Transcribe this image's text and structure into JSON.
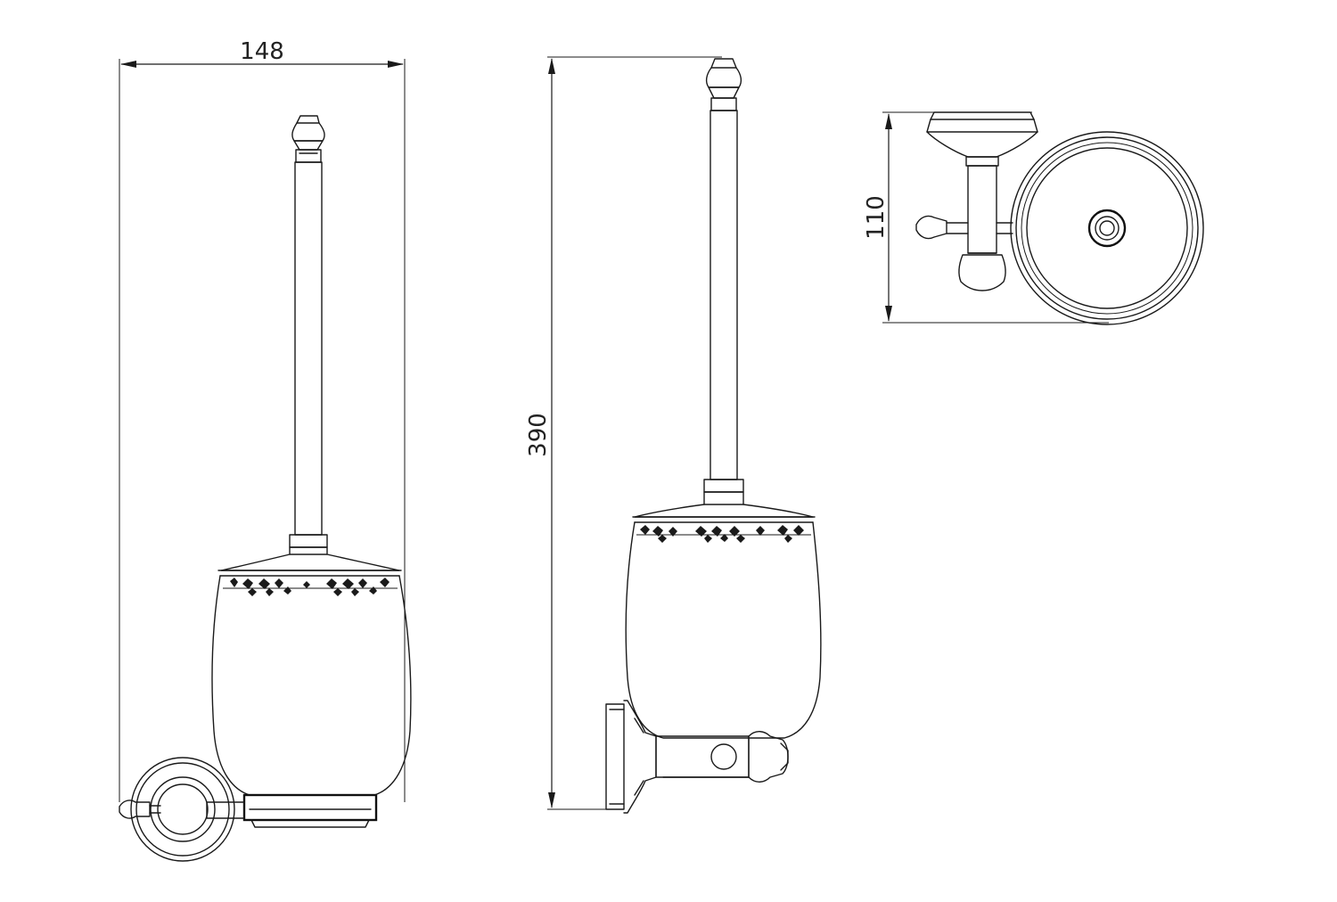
{
  "dimensions": {
    "width_label": "148",
    "height_label": "390",
    "depth_label": "110"
  },
  "colors": {
    "line": "#1a1a1a",
    "background": "#ffffff"
  }
}
